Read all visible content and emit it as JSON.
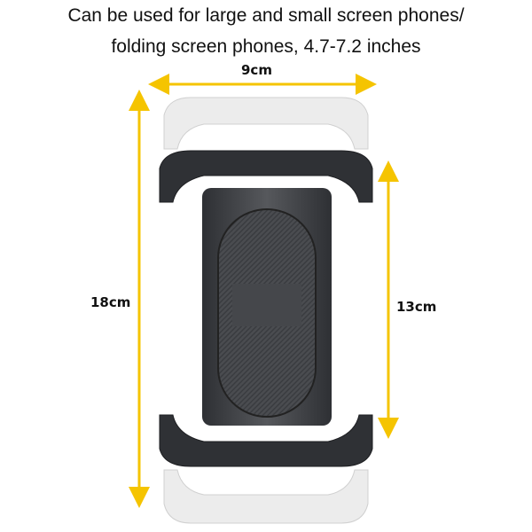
{
  "caption": {
    "line1": "Can be used for large and small screen phones/",
    "line2": "folding screen phones, 4.7-7.2 inches"
  },
  "dimensions": {
    "width_label": "9cm",
    "height_extended_label": "18cm",
    "height_closed_label": "13cm"
  },
  "colors": {
    "arrow": "#f5c400",
    "holder_dark": "#3a3c40",
    "holder_ghost": "#e6e6e6"
  }
}
